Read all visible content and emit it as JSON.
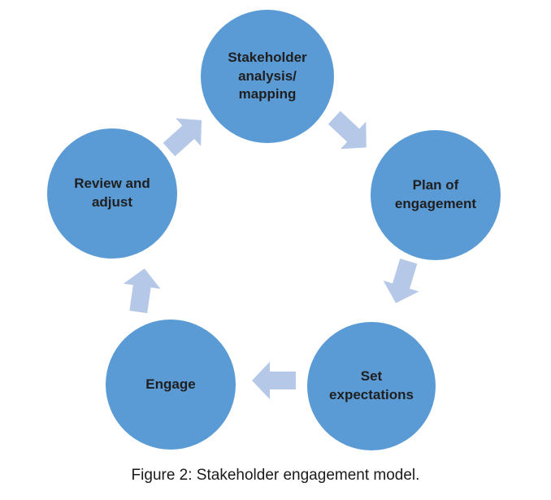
{
  "diagram": {
    "caption": "Figure 2: Stakeholder engagement model.",
    "colors": {
      "node_fill": "#5B9BD5",
      "arrow_fill": "#B6C8E8",
      "node_text": "#1F1F1F",
      "caption_text": "#1A1A1A",
      "page_bg": "#FFFFFF"
    },
    "nodes": [
      {
        "id": "stakeholder-analysis-mapping",
        "label": "Stakeholder\nanalysis/\nmapping"
      },
      {
        "id": "plan-of-engagement",
        "label": "Plan of\nengagement"
      },
      {
        "id": "set-expectations",
        "label": "Set\nexpectations"
      },
      {
        "id": "engage",
        "label": "Engage"
      },
      {
        "id": "review-and-adjust",
        "label": "Review and\nadjust"
      }
    ],
    "arrows": [
      {
        "id": "analysis-to-plan",
        "direction": "southeast"
      },
      {
        "id": "plan-to-expectations",
        "direction": "south-southwest"
      },
      {
        "id": "expectations-to-engage",
        "direction": "west"
      },
      {
        "id": "engage-to-review",
        "direction": "north"
      },
      {
        "id": "review-to-analysis",
        "direction": "northeast"
      }
    ]
  }
}
